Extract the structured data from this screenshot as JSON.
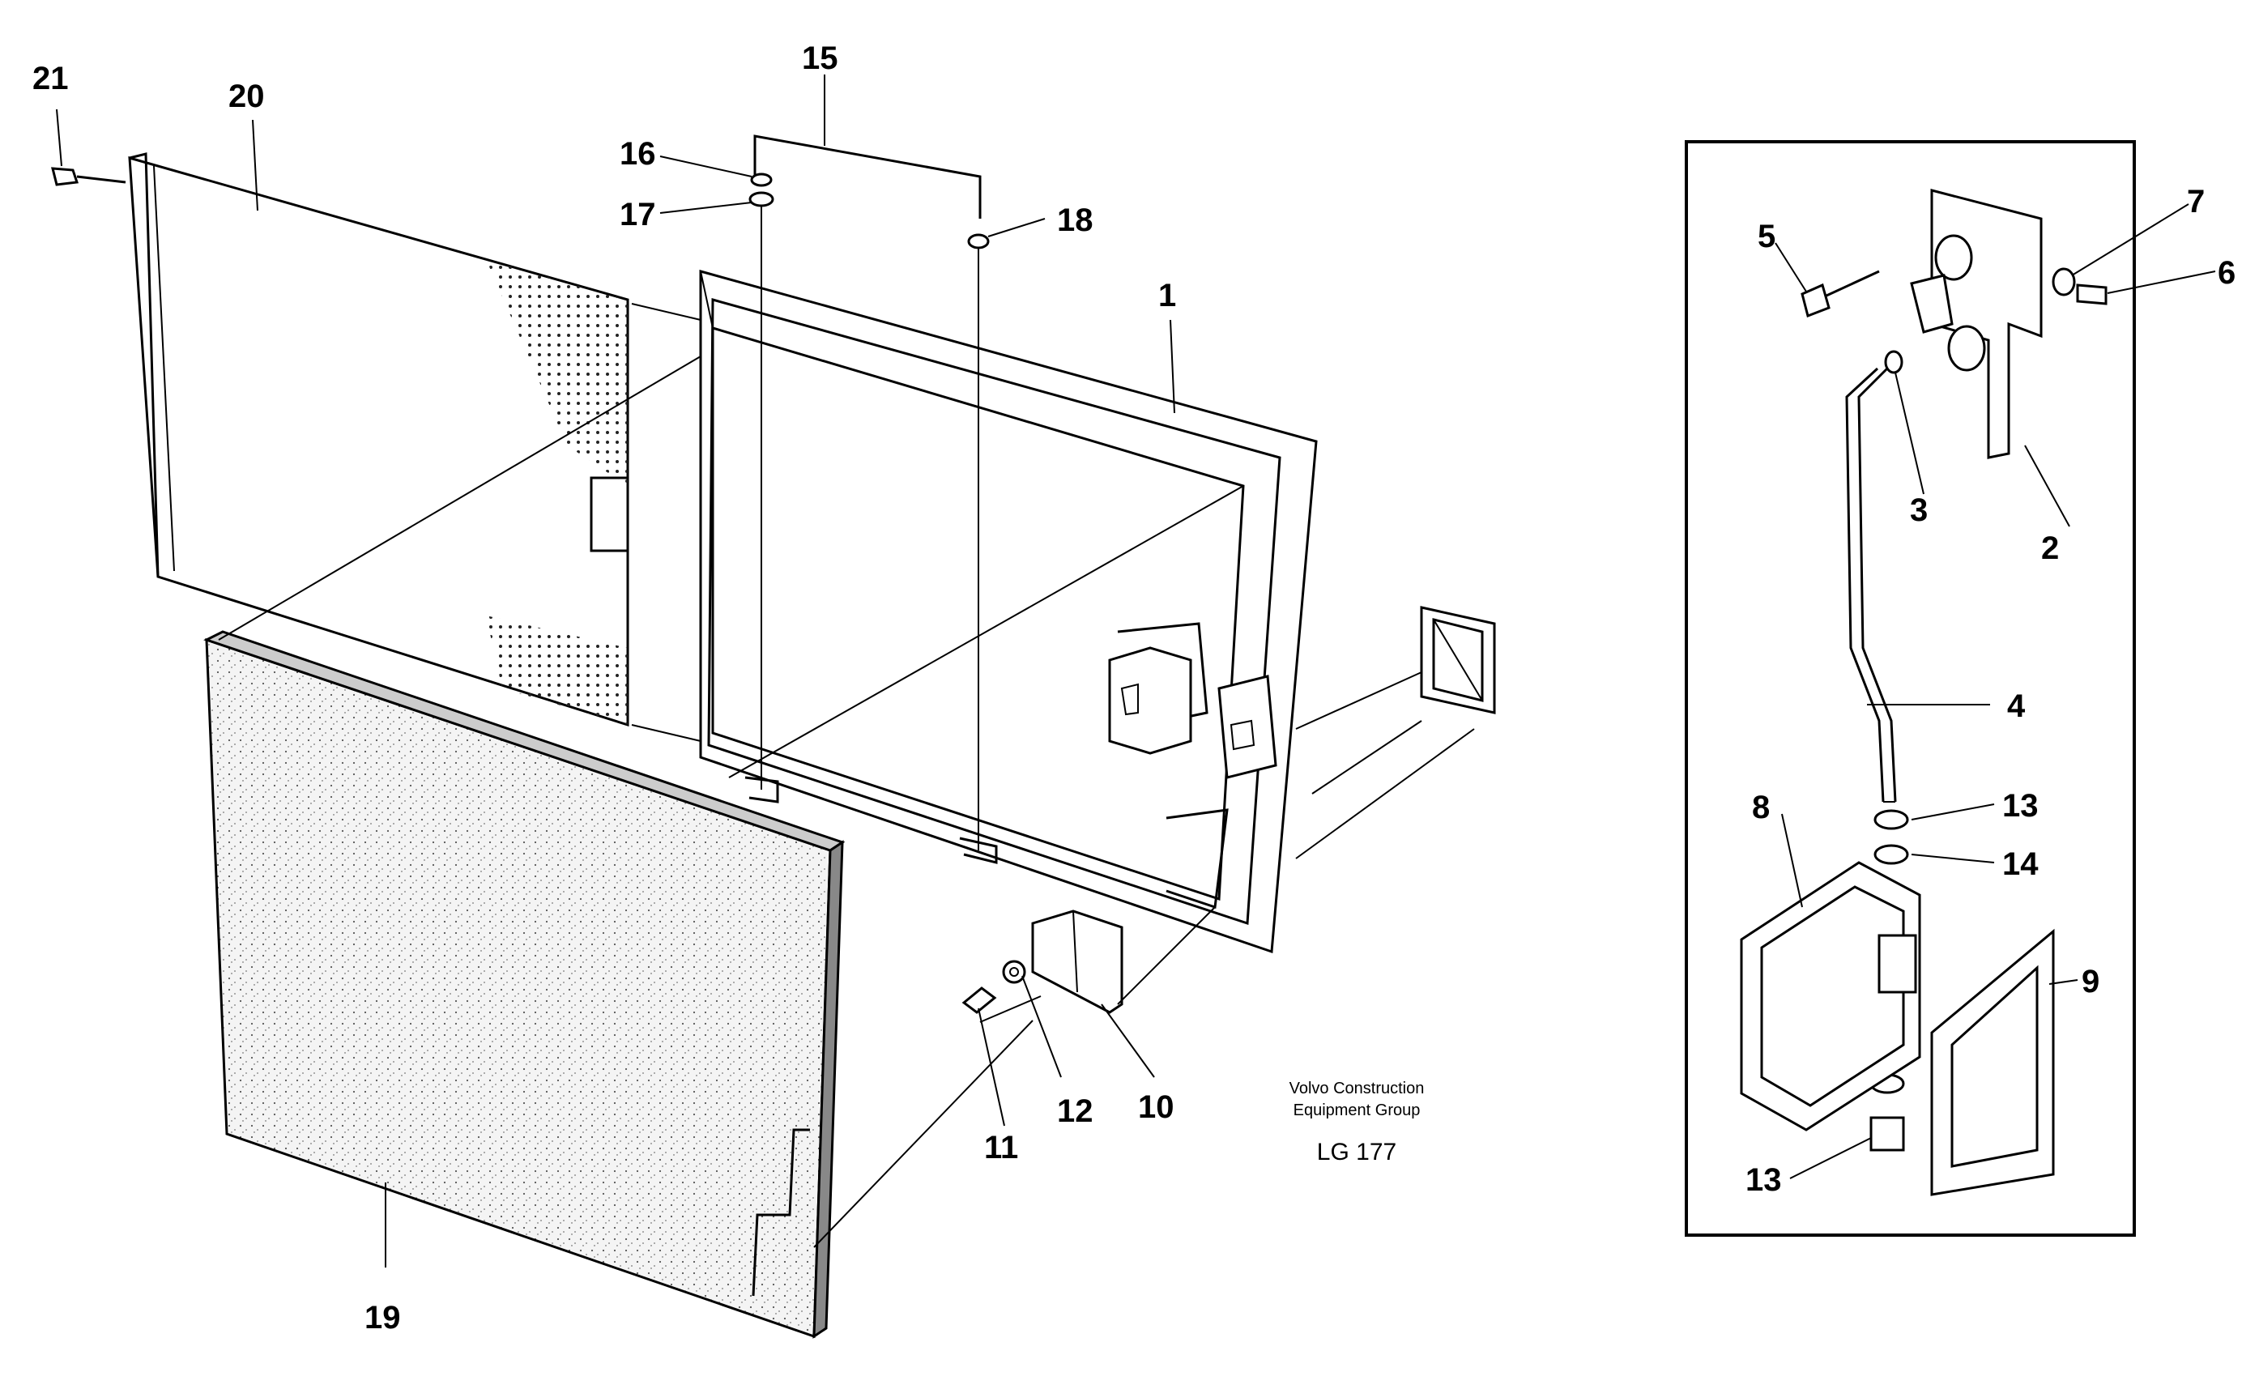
{
  "figure": {
    "callouts": [
      "21",
      "20",
      "15",
      "16",
      "17",
      "18",
      "1",
      "19",
      "10",
      "11",
      "12"
    ],
    "caption": {
      "line1": "Volvo Construction",
      "line2": "Equipment Group",
      "code": "LG 177"
    },
    "inset_callouts": [
      "5",
      "7",
      "6",
      "3",
      "2",
      "4",
      "8",
      "13",
      "14",
      "9",
      "13"
    ]
  }
}
